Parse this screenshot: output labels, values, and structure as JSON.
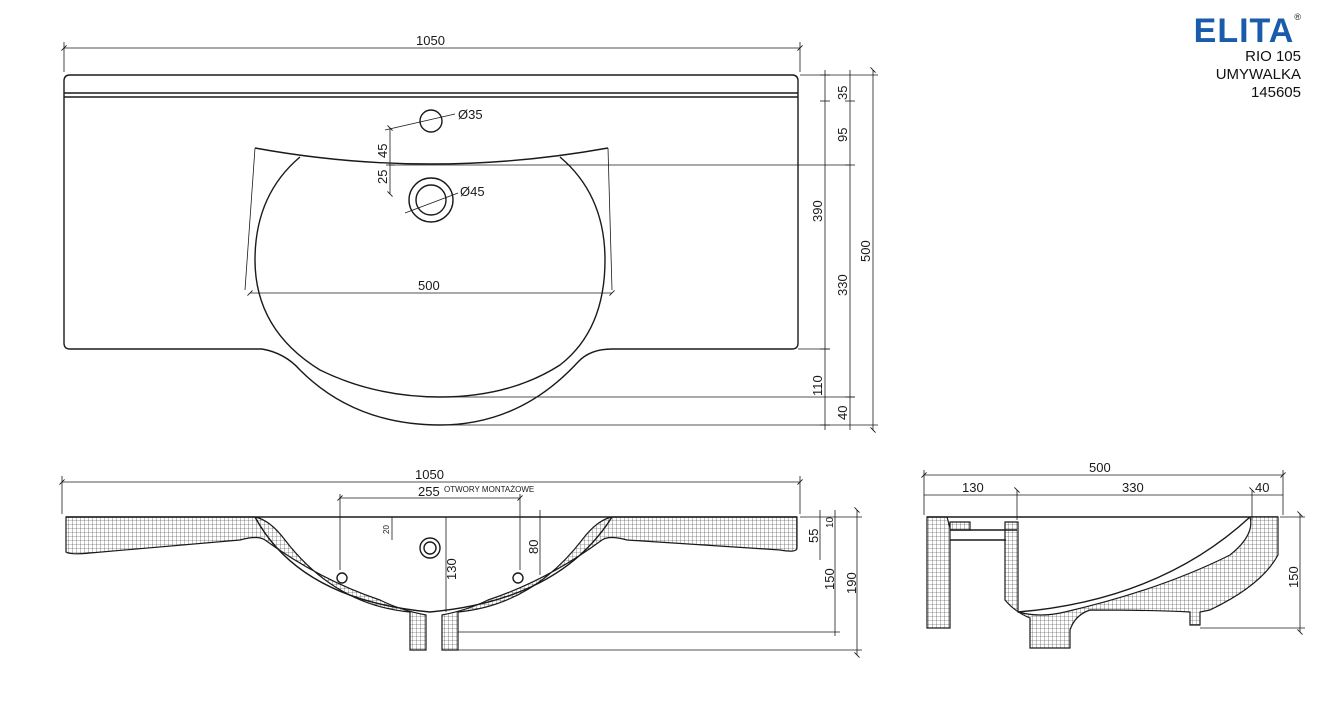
{
  "brand": {
    "logo_text": "ELITA",
    "registered_mark": "®",
    "logo_color": "#1a5cab",
    "model": "RIO 105",
    "product": "UMYWALKA",
    "code": "145605"
  },
  "top_view": {
    "width": "1050",
    "basin_width": "500",
    "tap_hole": "Ø35",
    "overflow_hole": "Ø45",
    "dim_45": "45",
    "dim_25": "25",
    "dim_35": "35",
    "dim_95": "95",
    "dim_390": "390",
    "dim_330": "330",
    "dim_500": "500",
    "dim_110": "110",
    "dim_40": "40"
  },
  "front_section": {
    "width": "1050",
    "mount_spacing": "255",
    "mount_label": "OTWORY MONTAŻOWE",
    "dim_20": "20",
    "dim_130": "130",
    "dim_80": "80",
    "dim_55": "55",
    "dim_10": "10",
    "dim_150": "150",
    "dim_190": "190"
  },
  "side_section": {
    "depth": "500",
    "dim_130": "130",
    "dim_330": "330",
    "dim_40": "40",
    "dim_150": "150"
  }
}
